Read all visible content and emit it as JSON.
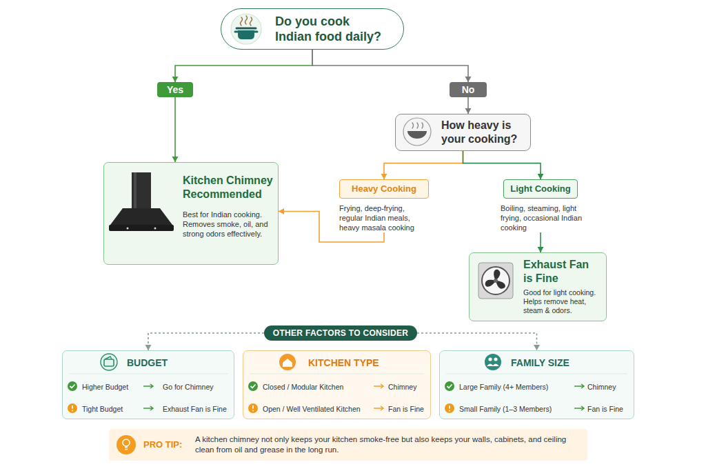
{
  "diagram": {
    "nodes": [
      {
        "text": [
          "Do you cook Indian food daily?"
        ]
      },
      {
        "text": [
          "Yes"
        ]
      },
      {
        "text": [
          "No"
        ]
      },
      {
        "text": [
          "How heavy is your cooking?"
        ]
      },
      {
        "text": [
          "Kitchen Chimney Recommended",
          "Best for Indian cooking. Removes smoke, oil, and strong odors effectively."
        ]
      },
      {
        "text": [
          "Heavy Cooking",
          "Frying, deep-frying, regular Indian meals, heavy masala cooking"
        ]
      },
      {
        "text": [
          "Light Cooking",
          "Boiling, steaming, light frying, occasional Indian cooking"
        ]
      },
      {
        "text": [
          "Exhaust Fan is Fine",
          "Good for light cooking. Helps remove heat, steam & odors."
        ]
      },
      {
        "text": [
          "OTHER FACTORS TO CONSIDER"
        ]
      },
      {
        "text": [
          "BUDGET",
          "Higher Budget",
          "Go for Chimney",
          "Tight Budget",
          "Exhaust Fan is Fine"
        ]
      },
      {
        "text": [
          "KITCHEN TYPE",
          "Closed / Modular Kitchen",
          "Chimney",
          "Open / Well Ventilated Kitchen",
          "Fan is Fine"
        ]
      },
      {
        "text": [
          "FAMILY SIZE",
          "Large Family (4+ Members)",
          "Chimney",
          "Small Family (1–3 Members)",
          "Fan is Fine"
        ]
      },
      {
        "text": [
          "PRO TIP:",
          "A kitchen chimney not only keeps your kitchen smoke-free but also keeps your walls, cabinets, and ceiling clean from oil and grease in the long run."
        ]
      }
    ],
    "edges": [
      {
        "from": 0,
        "to": 1,
        "arrow": "to"
      },
      {
        "from": 0,
        "to": 2,
        "arrow": "to"
      },
      {
        "from": 1,
        "to": 4,
        "arrow": "to"
      },
      {
        "from": 2,
        "to": 3,
        "arrow": "to"
      },
      {
        "from": 3,
        "to": 5,
        "arrow": "to"
      },
      {
        "from": 3,
        "to": 6,
        "arrow": "to"
      },
      {
        "from": 5,
        "to": 4,
        "arrow": "to"
      },
      {
        "from": 6,
        "to": 7,
        "arrow": "to"
      },
      {
        "from": 8,
        "to": 9,
        "arrow": "to"
      },
      {
        "from": 8,
        "to": 11,
        "arrow": "to"
      }
    ]
  }
}
